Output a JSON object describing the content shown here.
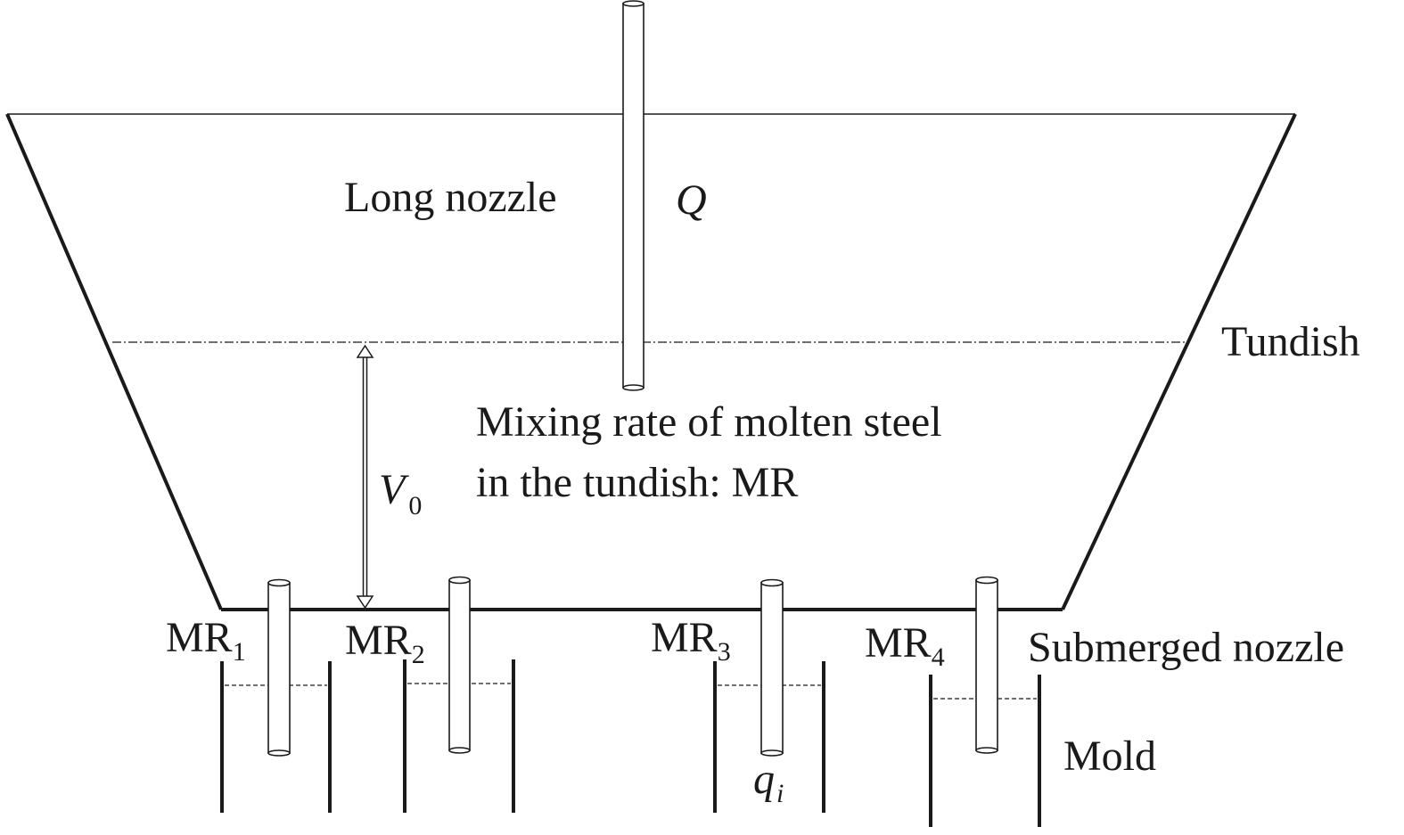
{
  "labels": {
    "long_nozzle": "Long nozzle",
    "flow_rate": "Q",
    "tundish": "Tundish",
    "mixing_rate_line1": "Mixing rate of molten steel",
    "mixing_rate_line2": "in the tundish: MR",
    "volume_symbol": "V",
    "volume_subscript": "0",
    "submerged_nozzle": "Submerged nozzle",
    "mold": "Mold",
    "strand_flow_symbol": "q",
    "strand_flow_subscript": "i"
  },
  "strands": [
    {
      "name": "MR",
      "index": "1"
    },
    {
      "name": "MR",
      "index": "2"
    },
    {
      "name": "MR",
      "index": "3"
    },
    {
      "name": "MR",
      "index": "4"
    }
  ]
}
